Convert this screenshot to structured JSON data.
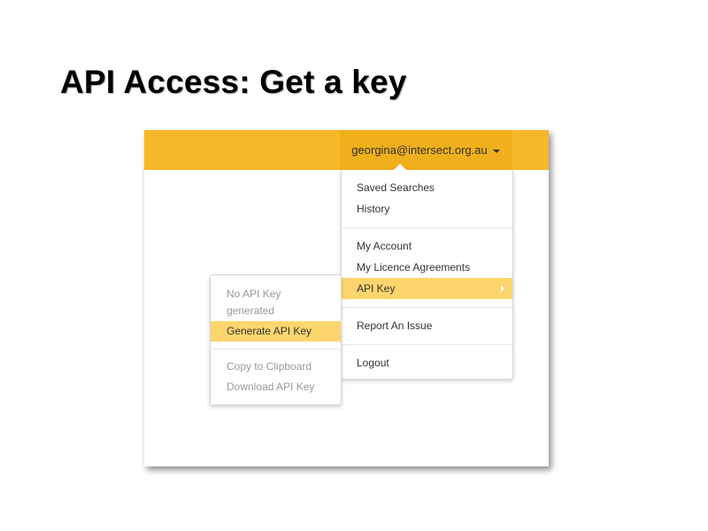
{
  "slide": {
    "title": "API Access: Get a key"
  },
  "navbar": {
    "user_email": "georgina@intersect.org.au",
    "color": "#f5b82a"
  },
  "dropdown": {
    "items": [
      {
        "label": "Saved Searches"
      },
      {
        "label": "History"
      },
      {
        "label": "My Account"
      },
      {
        "label": "My Licence Agreements"
      },
      {
        "label": "API Key",
        "active": true
      },
      {
        "label": "Report An Issue"
      },
      {
        "label": "Logout"
      }
    ],
    "active_color": "#fed56d"
  },
  "submenu": {
    "status_text": "No API Key generated",
    "generate_label": "Generate API Key",
    "copy_label": "Copy to Clipboard",
    "download_label": "Download API Key"
  },
  "icons": {
    "user_menu_caret": "caret-down-icon",
    "submenu_caret": "caret-right-icon"
  }
}
